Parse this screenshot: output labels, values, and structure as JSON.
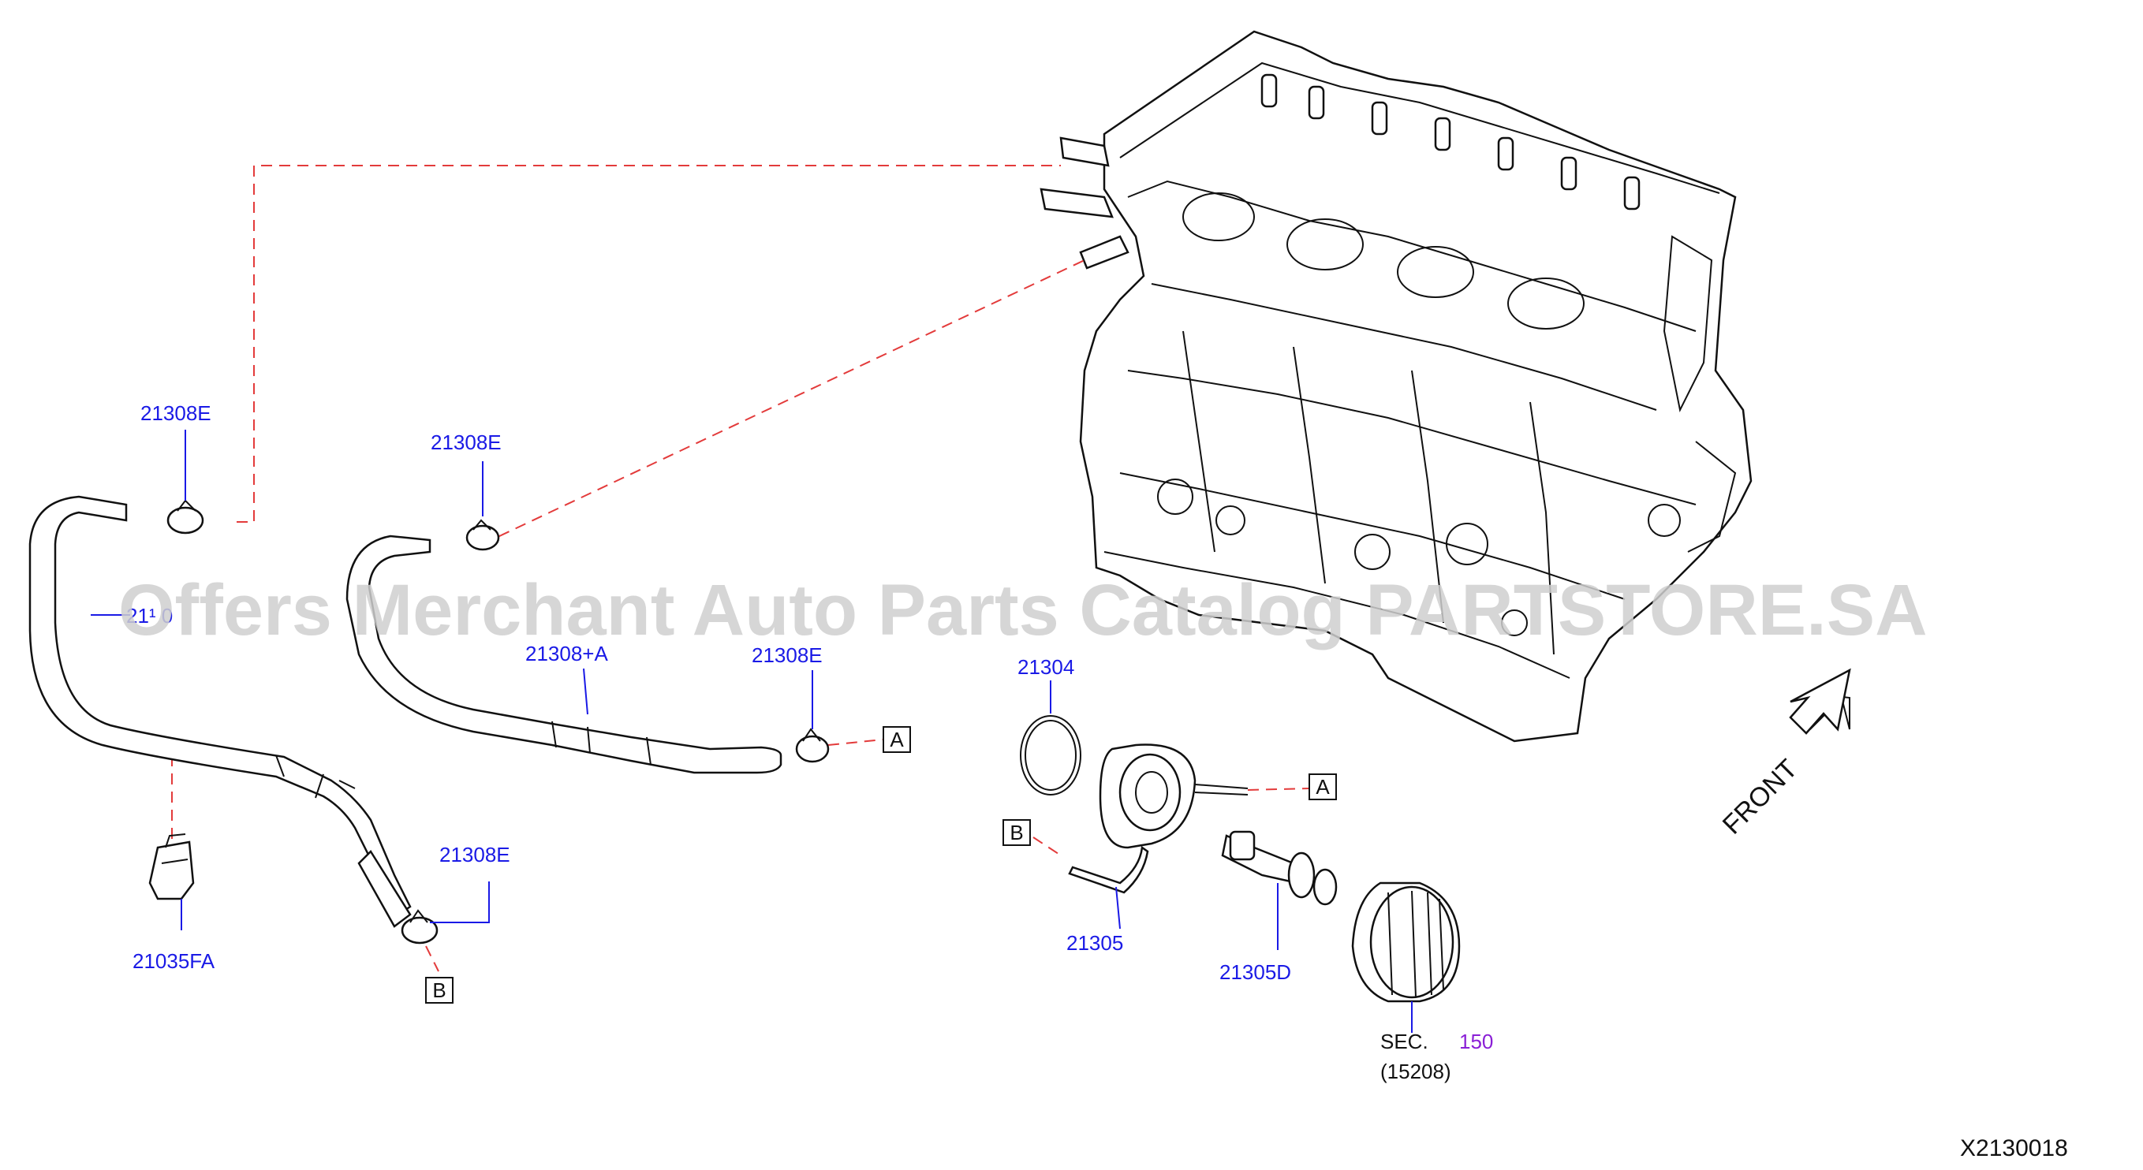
{
  "watermark": "Offers Merchant Auto Parts Catalog PARTSTORE.SA",
  "diagram_code": "X2130018",
  "front_label": "FRONT",
  "callouts": {
    "c21308E_1": "21308E",
    "c21308E_2": "21308E",
    "c21308E_3": "21308E",
    "c21308E_4": "21308E",
    "c2130_hidden": "21¹ 0",
    "c21308A": "21308+A",
    "c21304": "21304",
    "c21305": "21305",
    "c21305D": "21305D",
    "c21035FA": "21035FA",
    "sec_label": "SEC.",
    "sec_num": "150",
    "sec_sub": "(15208)"
  },
  "ref_boxes": {
    "a1": "A",
    "a2": "A",
    "b1": "B",
    "b2": "B"
  },
  "colors": {
    "callout": "#1a1ae6",
    "leader_dash": "#e33b3b",
    "sec_number": "#8a1fd6",
    "watermark": "#cfcfcf"
  }
}
